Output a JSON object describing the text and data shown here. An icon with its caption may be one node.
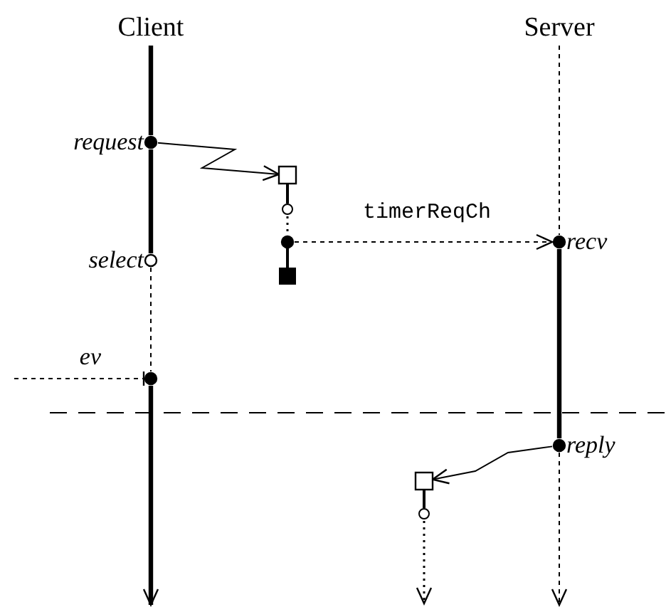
{
  "diagram": {
    "nodes": [
      {
        "text": [
          "Client"
        ]
      },
      {
        "text": [
          "Server"
        ]
      },
      {
        "text": [],
        "shape": "circle",
        "beside": [
          "request"
        ]
      },
      {
        "text": [],
        "shape": "box"
      },
      {
        "text": [],
        "shape": "circle"
      },
      {
        "text": [],
        "shape": "circle",
        "beside": [
          "recv"
        ]
      },
      {
        "text": [],
        "shape": "circle",
        "beside": [
          "select"
        ]
      },
      {
        "text": [],
        "shape": "circle",
        "beside": [
          "ev"
        ]
      },
      {
        "text": [],
        "shape": "circle",
        "beside": [
          "reply"
        ]
      },
      {
        "text": [],
        "shape": "box"
      }
    ],
    "edges": [
      {
        "from": 2,
        "to": 3,
        "arrow": "to"
      },
      {
        "from": 4,
        "to": 5,
        "arrow": "to",
        "style": "dashed",
        "label": "timerReqCh"
      },
      {
        "from": null,
        "to": 7,
        "arrow": "other",
        "style": "dashed"
      },
      {
        "from": 8,
        "to": 9,
        "arrow": "to"
      },
      {
        "from": 0,
        "to": 2,
        "arrow": "none",
        "style": "thick"
      },
      {
        "from": 2,
        "to": 6,
        "arrow": "none",
        "style": "thick"
      },
      {
        "from": 6,
        "to": 7,
        "arrow": "none",
        "style": "dashed"
      },
      {
        "from": 7,
        "to": null,
        "arrow": "to",
        "style": "thick"
      },
      {
        "from": 1,
        "to": 5,
        "arrow": "none",
        "style": "dashed"
      },
      {
        "from": 5,
        "to": 8,
        "arrow": "none",
        "style": "thick"
      },
      {
        "from": 8,
        "to": null,
        "arrow": "to",
        "style": "dashed"
      }
    ]
  }
}
